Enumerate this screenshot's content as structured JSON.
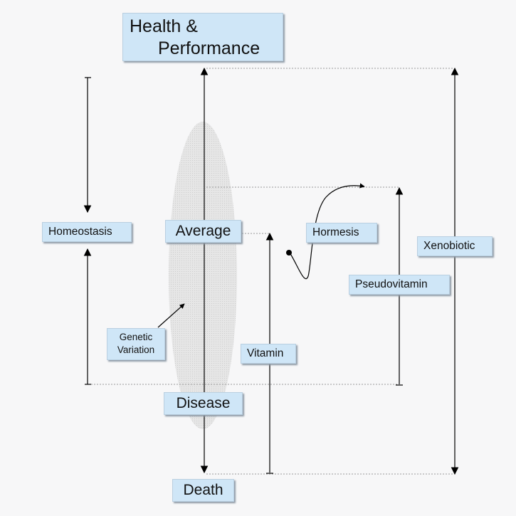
{
  "title": {
    "line1": "Health &",
    "line2": "Performance"
  },
  "labels": {
    "average": "Average",
    "disease": "Disease",
    "death": "Death",
    "homeostasis": "Homeostasis",
    "genetic_line1": "Genetic",
    "genetic_line2": "Variation",
    "vitamin": "Vitamin",
    "hormesis": "Hormesis",
    "pseudovitamin": "Pseudovitamin",
    "xenobiotic": "Xenobiotic"
  },
  "colors": {
    "box_fill": "#cfe6f7",
    "ellipse_fill": "#e1e1e1",
    "line": "#000000",
    "dotted_guide": "#999999"
  }
}
